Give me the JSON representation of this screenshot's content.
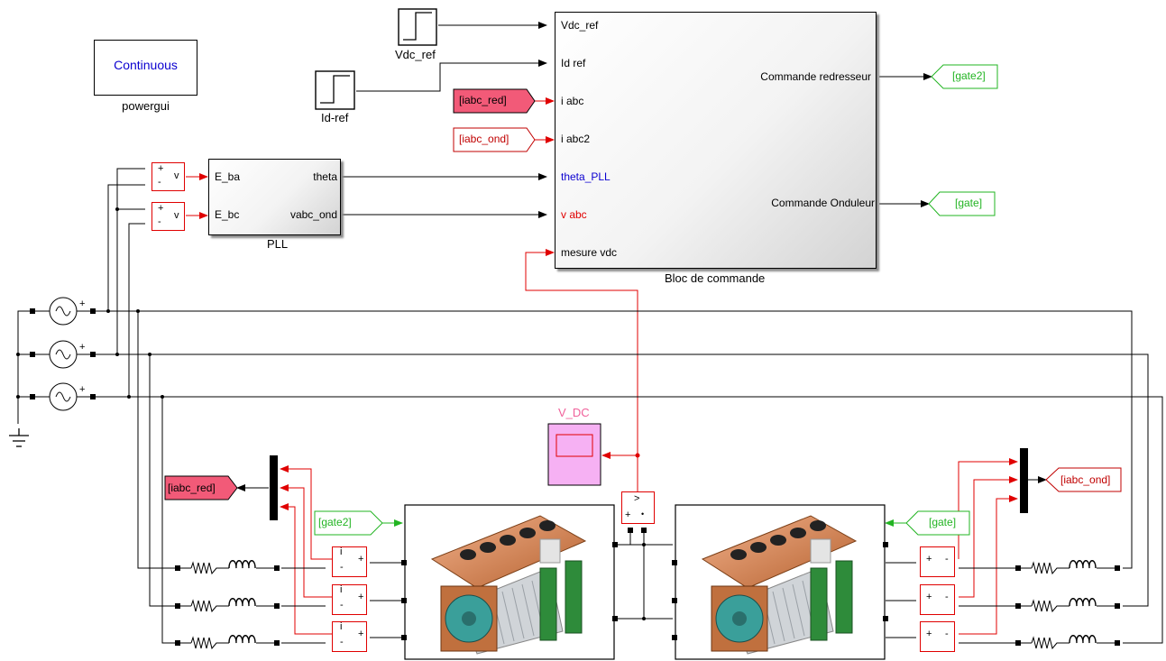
{
  "colors": {
    "wire": "#000000",
    "signal_red": "#e00000",
    "tag_red_fill": "#f25a78",
    "tag_red_text": "#c00000",
    "tag_green": "#22b422",
    "scope_fill": "#f6b1f3",
    "scope_label": "#f0609a",
    "powergui_text": "#0b00d0",
    "theta_port": "#0b00d0"
  },
  "powergui": {
    "value": "Continuous",
    "name": "powergui"
  },
  "steps": {
    "vdc_ref": "Vdc_ref",
    "id_ref": "Id-ref"
  },
  "tags": {
    "iabc_red": "[iabc_red]",
    "iabc_ond": "[iabc_ond]",
    "gate2": "[gate2]",
    "gate": "[gate]"
  },
  "bloc_commande": {
    "name": "Bloc de commande",
    "inputs": [
      "Vdc_ref",
      "Id ref",
      "i abc",
      "i abc2",
      "theta_PLL",
      "v abc",
      "mesure vdc"
    ],
    "outputs": [
      "Commande redresseur",
      "Commande Onduleur"
    ]
  },
  "pll": {
    "name": "PLL",
    "in1": "E_ba",
    "in2": "E_bc",
    "out1": "theta",
    "out2": "vabc_ond"
  },
  "scope": {
    "name": "V_DC"
  },
  "vm": {
    "plus": "+",
    "minus": "-",
    "out": "v"
  },
  "cm": {
    "plus": "+",
    "minus": "-",
    "out": "i"
  },
  "dcvm": {
    "sym1": ">",
    "plus": "+",
    "dot": "•"
  },
  "src_plus": "+",
  "icons": [
    "ac-voltage-source-icon",
    "ground-icon",
    "resistor-icon",
    "inductor-icon",
    "power-converter-image",
    "scope-icon",
    "step-icon",
    "mux-icon"
  ]
}
